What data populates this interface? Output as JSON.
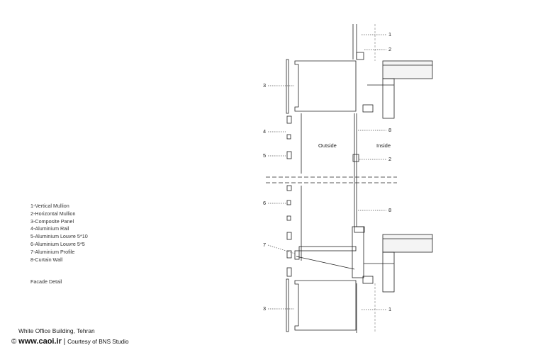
{
  "legend": [
    "1-Vertical Mullion",
    "2-Horizontal Mullion",
    "3-Composite Panel",
    "4-Aluminium Rail",
    "5-Aluminium Louvre 5*10",
    "6-Aluminium Louvre 5*5",
    "7-Aluminium Profile",
    "8-Curtain Wall"
  ],
  "caption": "Facade Detail",
  "zones": {
    "outside": "Outside",
    "inside": "Inside"
  },
  "callouts": {
    "right_1_top": "1",
    "right_2_top": "2",
    "right_8_upper": "8",
    "right_2_mid": "2",
    "right_8_lower": "8",
    "right_1_bottom": "1",
    "left_3_top": "3",
    "left_4": "4",
    "left_5": "5",
    "left_6": "6",
    "left_7": "7",
    "left_3_bottom": "3"
  },
  "credits": {
    "project": "White Office Building, Tehran",
    "copyright_symbol": "©",
    "site": "www.caoi.ir",
    "separator": "|",
    "courtesy": "Courtesy of BNS Studio"
  }
}
